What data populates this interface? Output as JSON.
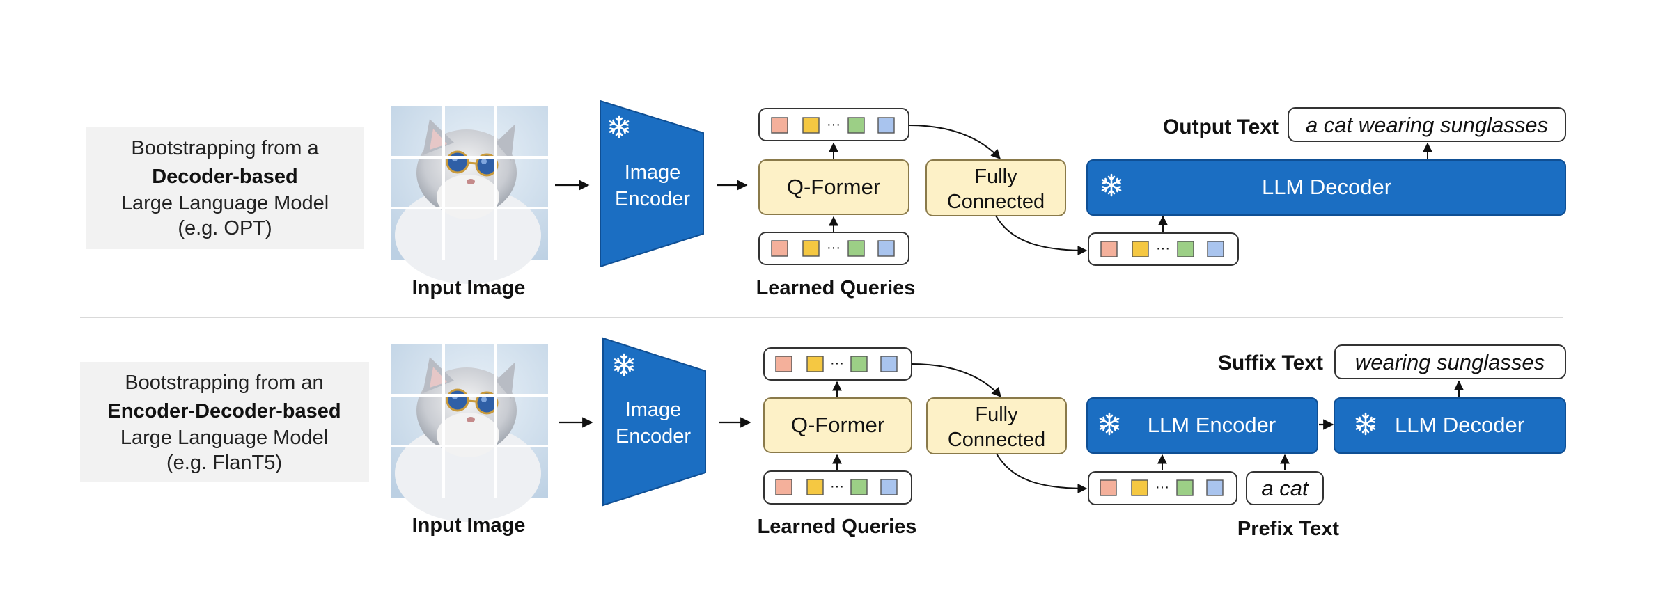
{
  "colors": {
    "blue": "#1b6ec2",
    "blue_stroke": "#0f4f94",
    "cream": "#fdf1c7",
    "cream_stroke": "#8a7a4a",
    "panel_gray": "#f2f2f2",
    "divider": "#d9d9d9",
    "token_colors": [
      "#f4b09b",
      "#f5c842",
      "#9ccf86",
      "#a9c4ee"
    ]
  },
  "icons": {
    "frozen": "snowflake-icon",
    "image": "cat-with-sunglasses-photo"
  },
  "top": {
    "side_label": {
      "line1": "Bootstrapping from a",
      "line2_bold": "Decoder-based",
      "line3": "Large Language Model",
      "line4": "(e.g. OPT)"
    },
    "input_image_label": "Input Image",
    "image_encoder": {
      "line1": "Image",
      "line2": "Encoder"
    },
    "qformer": "Q-Former",
    "learned_queries_label": "Learned Queries",
    "fully_connected": {
      "line1": "Fully",
      "line2": "Connected"
    },
    "llm_decoder": "LLM Decoder",
    "output_text_label": "Output Text",
    "output_text_value": "a cat wearing sunglasses",
    "token_ellipsis": "···"
  },
  "bottom": {
    "side_label": {
      "line1": "Bootstrapping from an",
      "line2_bold": "Encoder-Decoder-based",
      "line3": "Large Language Model",
      "line4": "(e.g. FlanT5)"
    },
    "input_image_label": "Input Image",
    "image_encoder": {
      "line1": "Image",
      "line2": "Encoder"
    },
    "qformer": "Q-Former",
    "learned_queries_label": "Learned Queries",
    "fully_connected": {
      "line1": "Fully",
      "line2": "Connected"
    },
    "llm_encoder": "LLM Encoder",
    "llm_decoder": "LLM Decoder",
    "suffix_text_label": "Suffix Text",
    "suffix_text_value": "wearing sunglasses",
    "prefix_text_label": "Prefix Text",
    "prefix_text_value": "a cat",
    "token_ellipsis": "···"
  }
}
